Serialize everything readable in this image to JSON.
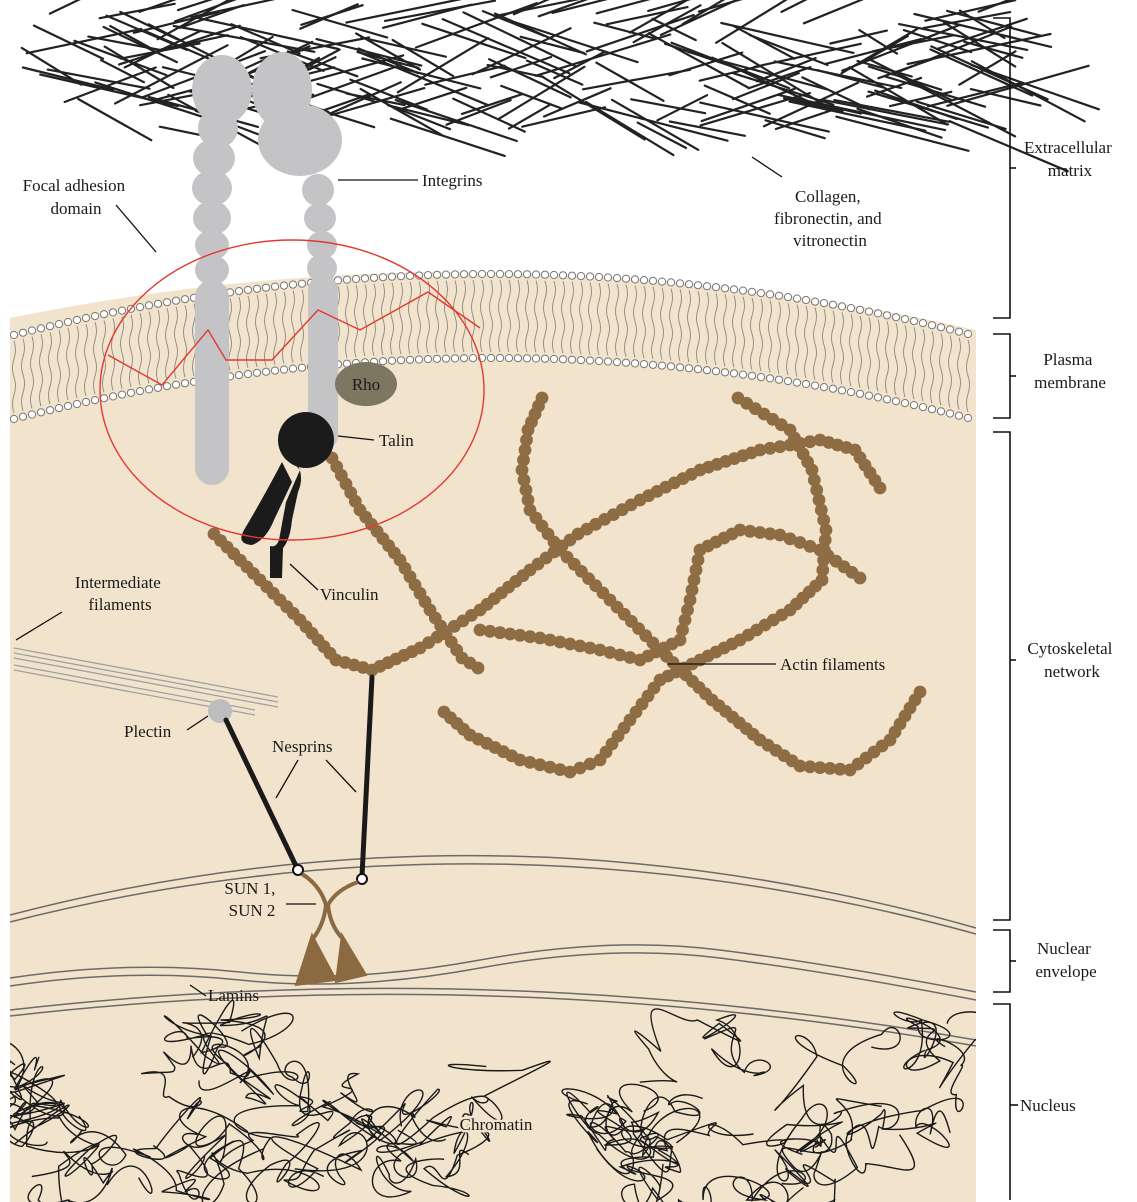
{
  "labels": {
    "focal_adhesion": [
      "Focal adhesion",
      "domain"
    ],
    "integrins": "Integrins",
    "collagen": [
      "Collagen,",
      "fibronectin, and",
      "vitronectin"
    ],
    "rho": "Rho",
    "talin": "Talin",
    "vinculin": "Vinculin",
    "intermediate_filaments": [
      "Intermediate",
      "filaments"
    ],
    "plectin": "Plectin",
    "nesprins": "Nesprins",
    "actin_filaments": "Actin filaments",
    "sun": [
      "SUN 1,",
      "SUN 2"
    ],
    "lamins": "Lamins",
    "chromatin": "Chromatin"
  },
  "regions": {
    "ecm": [
      "Extracellular",
      "matrix"
    ],
    "plasma_membrane": [
      "Plasma",
      "membrane"
    ],
    "cytoskeletal_network": [
      "Cytoskeletal",
      "network"
    ],
    "nuclear_envelope": [
      "Nuclear",
      "envelope"
    ],
    "nucleus": "Nucleus"
  },
  "colors": {
    "cytoplasm": "#f2e3cc",
    "collagen_fibers": "#222222",
    "integrin": "#c4c4c6",
    "actin": "#8e6d45",
    "talin_vinculin": "#1b1b1b",
    "rho": "#7d7660",
    "focal_adhesion_outline": "#e23a30",
    "sun_protein": "#8b6a42"
  }
}
